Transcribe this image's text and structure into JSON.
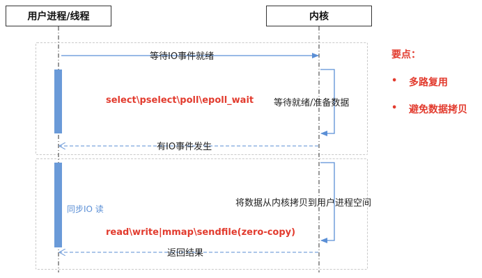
{
  "participants": {
    "user": "用户进程/线程",
    "kernel": "内核"
  },
  "phase1": {
    "request": "等待IO事件就绪",
    "call": "select\\pselect\\poll\\epoll_wait",
    "kernel_note": "等待就绪/准备数据",
    "response": "有IO事件发生"
  },
  "phase2": {
    "user_note": "同步IO 读",
    "kernel_note": "将数据从内核拷贝到用户进程空间",
    "call": "read\\write|mmap\\sendfile(zero-copy)",
    "response": "返回结果"
  },
  "key_points": {
    "title": "要点：",
    "items": [
      "多路复用",
      "避免数据拷贝"
    ]
  },
  "colors": {
    "activation_bar": "#6a9ad8",
    "arrow_solid": "#5b8fd6",
    "arrow_dashed": "#7aa3dc",
    "highlight": "#e23b2e"
  }
}
